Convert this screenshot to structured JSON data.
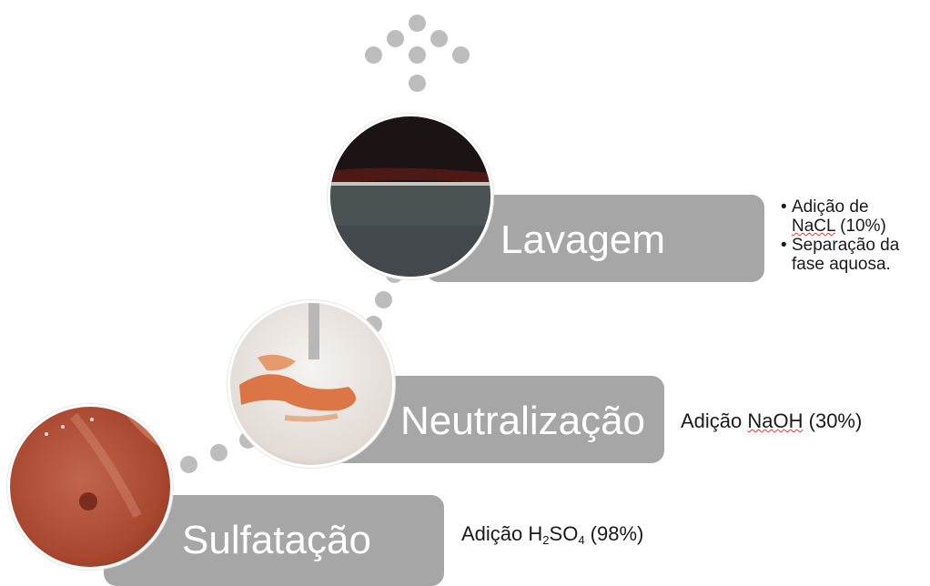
{
  "colors": {
    "box": "#a6a6a6",
    "box_label": "#ffffff",
    "dot": "#bdbdbd",
    "accent_underline": "#d04040"
  },
  "steps": [
    {
      "label": "Sulfatação",
      "description": {
        "before_sub": "Adição H",
        "sub1": "2",
        "mid": "SO",
        "sub2": "4",
        "after_sub": " (98%)"
      }
    },
    {
      "label": "Neutralização",
      "description": {
        "prefix": "Adição ",
        "underlined": "NaOH",
        "suffix": " (30%)"
      }
    },
    {
      "label": "Lavagem",
      "description_items": [
        {
          "line1": "Adição de",
          "line2_underlined": "NaCL",
          "line2_suffix": " (10%)"
        },
        {
          "line1": "Separação da",
          "line2": "fase aquosa."
        }
      ]
    }
  ],
  "icons": [
    "red-liquid-photo",
    "white-emulsion-photo",
    "dark-phase-photo"
  ]
}
